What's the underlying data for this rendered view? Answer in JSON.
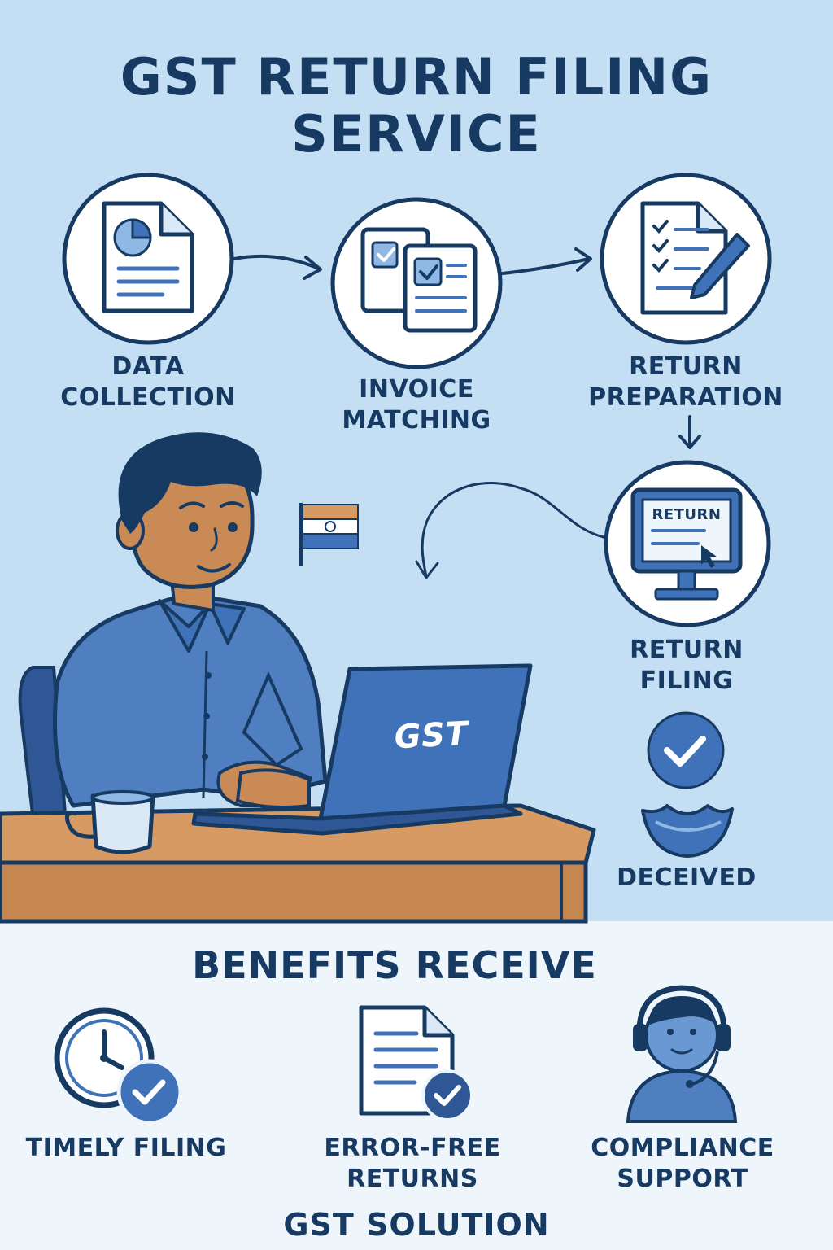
{
  "title": {
    "line1": "GST RETURN FILING",
    "line2": "SERVICE"
  },
  "steps": [
    {
      "line1": "DATA",
      "line2": "COLLECTION",
      "icon": "document-chart-icon"
    },
    {
      "line1": "INVOICE",
      "line2": "MATCHING",
      "icon": "invoice-match-icon"
    },
    {
      "line1": "RETURN",
      "line2": "PREPARATION",
      "icon": "checklist-pencil-icon"
    },
    {
      "line1": "RETURN",
      "line2": "FILING",
      "icon": "monitor-icon",
      "screen_text": "RETURN"
    },
    {
      "line1": "DECEIVED",
      "icon": "check-circle-icon"
    }
  ],
  "laptop_label": "GST",
  "benefits": {
    "title": "BENEFITS RECEIVE",
    "items": [
      {
        "line1": "TIMELY FILING",
        "line2": "",
        "icon": "clock-check-icon"
      },
      {
        "line1": "ERROR-FREE",
        "line2": "RETURNS",
        "icon": "document-check-icon"
      },
      {
        "line1": "COMPLIANCE",
        "line2": "SUPPORT",
        "icon": "support-agent-icon"
      }
    ]
  },
  "footer": "GST SOLUTION",
  "colors": {
    "background_top": "#c4dff4",
    "background_bottom": "#eef6fc",
    "navy": "#173a63",
    "accent_blue": "#3f72b8",
    "light_blue": "#8fb8e4",
    "desk_orange": "#d69a62"
  }
}
